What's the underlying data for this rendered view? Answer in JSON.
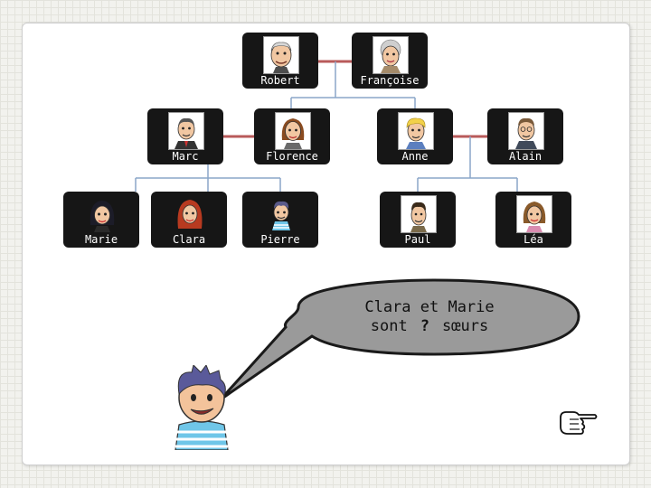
{
  "family_tree": {
    "generation_1": [
      {
        "name": "Robert"
      },
      {
        "name": "Françoise"
      }
    ],
    "generation_2": [
      {
        "name": "Marc"
      },
      {
        "name": "Florence"
      },
      {
        "name": "Anne"
      },
      {
        "name": "Alain"
      }
    ],
    "generation_3": [
      {
        "name": "Marie"
      },
      {
        "name": "Clara"
      },
      {
        "name": "Pierre"
      },
      {
        "name": "Paul"
      },
      {
        "name": "Léa"
      }
    ]
  },
  "speech_bubble": {
    "line1": "Clara et Marie",
    "line2_before": "sont",
    "blank": "?",
    "line2_after": "sœurs"
  },
  "colors": {
    "card_background": "#161616",
    "connector_red": "#b85a5a",
    "connector_blue": "#8aa6c8",
    "bubble_fill": "#9a9a9a"
  },
  "icons": {
    "next": "pointing-hand-icon"
  }
}
